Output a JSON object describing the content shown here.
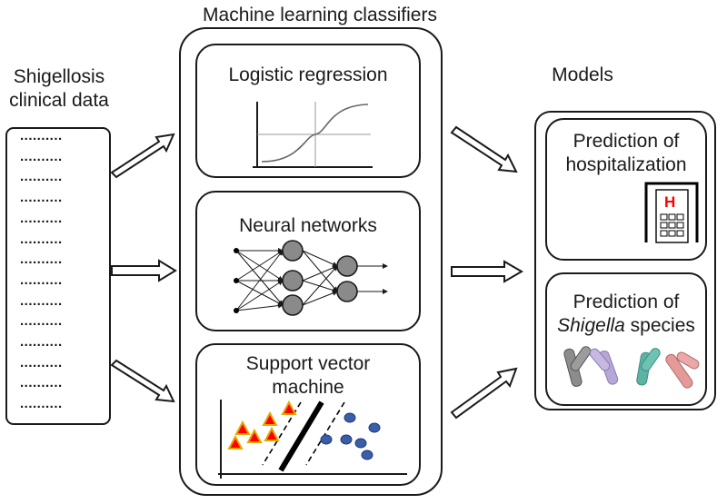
{
  "titles": {
    "classifiers": "Machine learning classifiers",
    "models": "Models",
    "input_line1": "Shigellosis",
    "input_line2": "clinical data"
  },
  "data_list": {
    "dots": "..........",
    "row_count": 14
  },
  "classifiers": [
    {
      "line1": "Logistic regression"
    },
    {
      "line1": "Neural networks"
    },
    {
      "line1": "Support vector",
      "line2": "machine"
    }
  ],
  "models": [
    {
      "line1": "Prediction of",
      "line2": "hospitalization"
    },
    {
      "line1": "Prediction of",
      "line2_italic": "Shigella",
      "line2_rest": " species"
    }
  ],
  "hospital_icon": {
    "letter": "H",
    "icon": "hospital-icon"
  },
  "colors": {
    "border": "#1a1a1a",
    "node_fill": "#8a8a8a",
    "triangle_fill": "#ff0000",
    "triangle_stroke": "#e6a800",
    "circle_fill": "#3b5ea8",
    "hospital_h": "#ff0000",
    "bacteria": [
      "#8c8c8c",
      "#b7a6d8",
      "#5cb3a4",
      "#e59a9a"
    ]
  }
}
